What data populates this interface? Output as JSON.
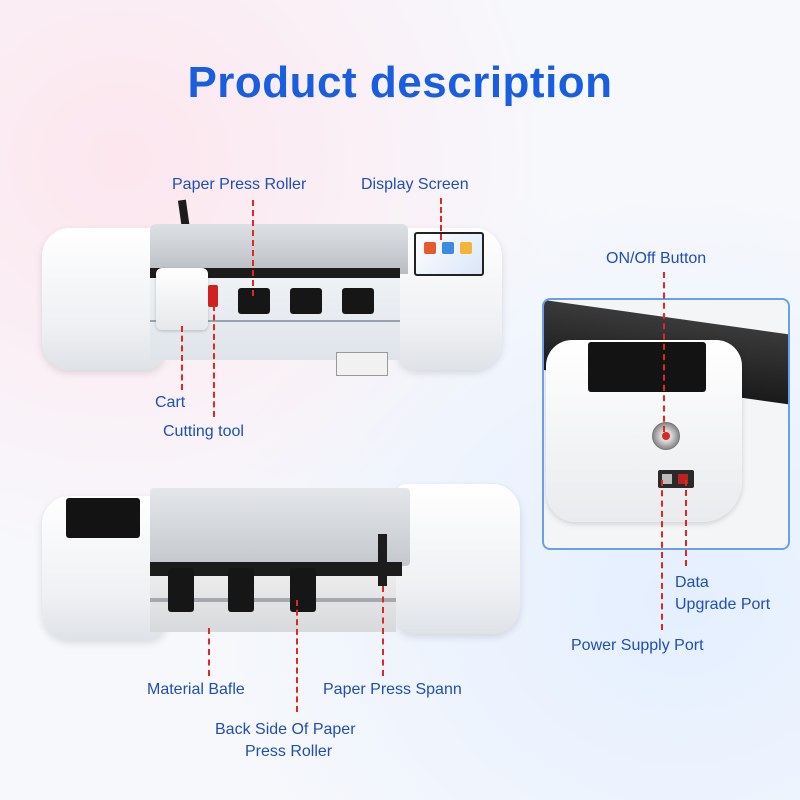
{
  "title": "Product description",
  "labels": {
    "paper_press_roller": "Paper Press Roller",
    "display_screen": "Display Screen",
    "on_off_button": "ON/Off Button",
    "cart": "Cart",
    "cutting_tool": "Cutting tool",
    "data_port_line1": "Data",
    "data_port_line2": "Upgrade Port",
    "power_supply_port": "Power Supply Port",
    "material_baffle": "Material Bafle",
    "paper_press_spann": "Paper Press Spann",
    "back_side_line1": "Back Side Of Paper",
    "back_side_line2": "Press Roller"
  },
  "colors": {
    "title": "#1a5ee0",
    "label": "#1f4fb5",
    "leader_line": "#e0281e",
    "inset_border": "#6aa0e8"
  }
}
